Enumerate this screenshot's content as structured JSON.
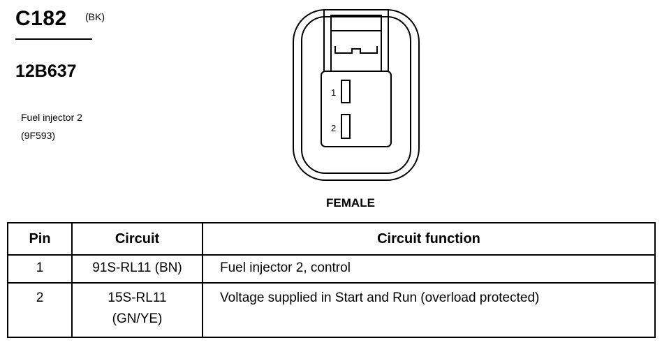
{
  "connector": {
    "id": "C182",
    "color_code": "(BK)",
    "part_number": "12B637",
    "component_name": "Fuel injector 2",
    "component_code": "(9F593)",
    "gender": "FEMALE"
  },
  "diagram": {
    "pin_labels": [
      "1",
      "2"
    ]
  },
  "table": {
    "headers": [
      "Pin",
      "Circuit",
      "Circuit function"
    ],
    "rows": [
      {
        "pin": "1",
        "circuit": "91S-RL11 (BN)",
        "circuit_line2": "",
        "function": "Fuel injector 2, control"
      },
      {
        "pin": "2",
        "circuit": "15S-RL11",
        "circuit_line2": "(GN/YE)",
        "function": "Voltage supplied in Start and Run (overload protected)"
      }
    ]
  }
}
